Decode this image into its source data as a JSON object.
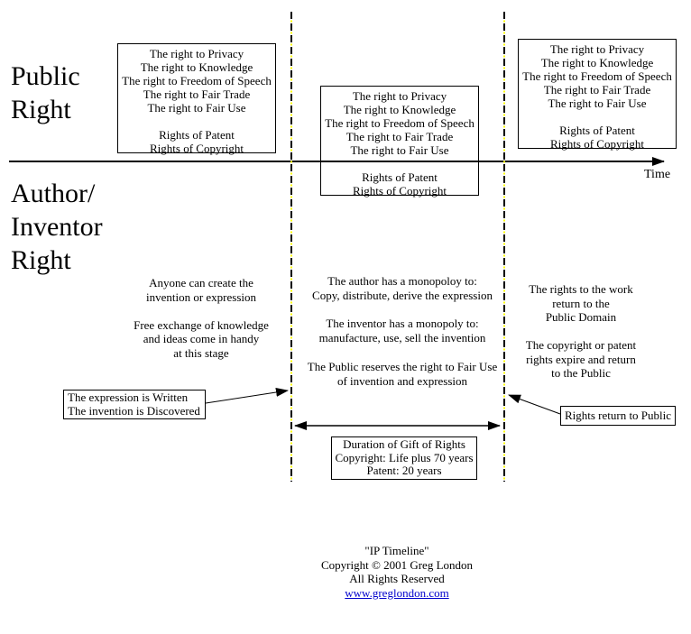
{
  "labels": {
    "public_right": "Public\nRight",
    "author_inventor": "Author/\nInventor\nRight",
    "time": "Time"
  },
  "rights_box_text": "The right to Privacy\nThe right to Knowledge\nThe right to Freedom of Speech\nThe right to Fair Trade\nThe right to Fair Use\n\nRights of Patent\nRights of Copyright",
  "stages": {
    "before": "Anyone can create the\ninvention or expression\n\nFree exchange of knowledge\nand ideas come in handy\nat this stage",
    "during": "The author has a monopoloy to:\nCopy, distribute, derive the expression\n\nThe inventor has a monopoly to:\nmanufacture, use, sell the invention\n\nThe Public reserves the right to Fair Use\nof invention and expression",
    "after": "The rights to the work\nreturn to the\nPublic Domain\n\nThe copyright or patent\nrights expire and return\nto the Public"
  },
  "callouts": {
    "written": "The expression is Written\nThe invention is Discovered",
    "duration": "Duration of Gift of Rights\nCopyright: Life plus 70 years\nPatent: 20 years",
    "rights_return": "Rights return to Public"
  },
  "footer": {
    "title": "\"IP Timeline\"",
    "copyright": "Copyright © 2001 Greg London",
    "rights_reserved": "All Rights Reserved",
    "link": "www.greglondon.com"
  },
  "colors": {
    "line": "#000000",
    "dash_accent": "#ffff00",
    "link": "#0000cc",
    "background": "#ffffff"
  }
}
